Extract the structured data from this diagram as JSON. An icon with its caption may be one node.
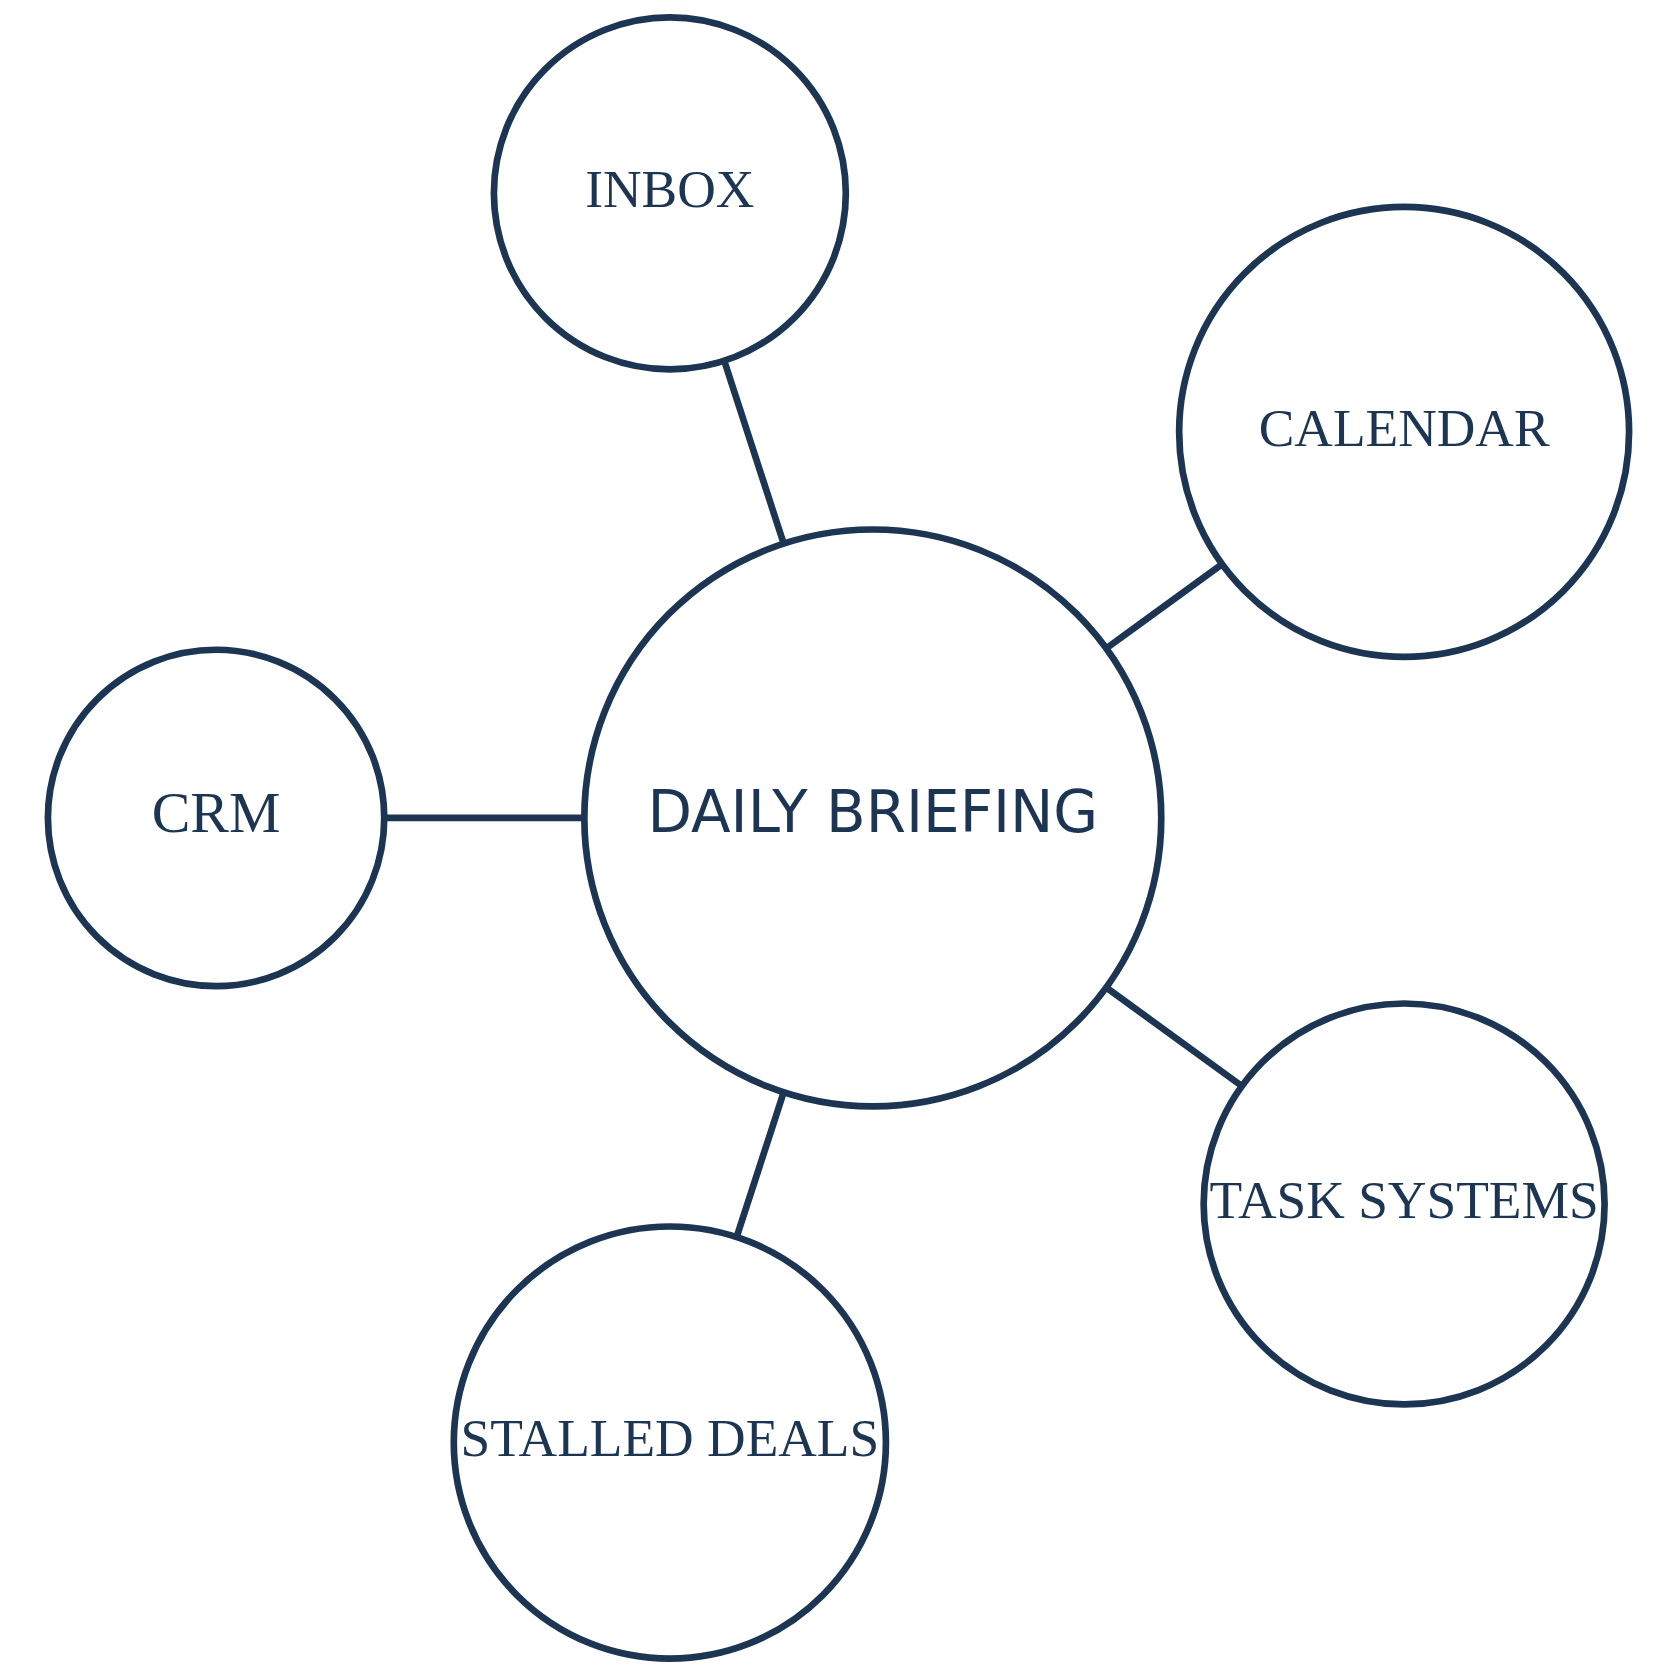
{
  "diagram": {
    "nodes": [
      {
        "text": [
          "DAILY BRIEFING"
        ]
      },
      {
        "text": [
          "CALENDAR"
        ]
      },
      {
        "text": [
          "INBOX"
        ]
      },
      {
        "text": [
          "CRM"
        ]
      },
      {
        "text": [
          "STALLED DEALS"
        ]
      },
      {
        "text": [
          "TASK SYSTEMS"
        ]
      }
    ],
    "edges": [
      {
        "from": 0,
        "to": 1,
        "arrow": "none"
      },
      {
        "from": 0,
        "to": 2,
        "arrow": "none"
      },
      {
        "from": 0,
        "to": 3,
        "arrow": "none"
      },
      {
        "from": 0,
        "to": 4,
        "arrow": "none"
      },
      {
        "from": 0,
        "to": 5,
        "arrow": "none"
      }
    ]
  }
}
